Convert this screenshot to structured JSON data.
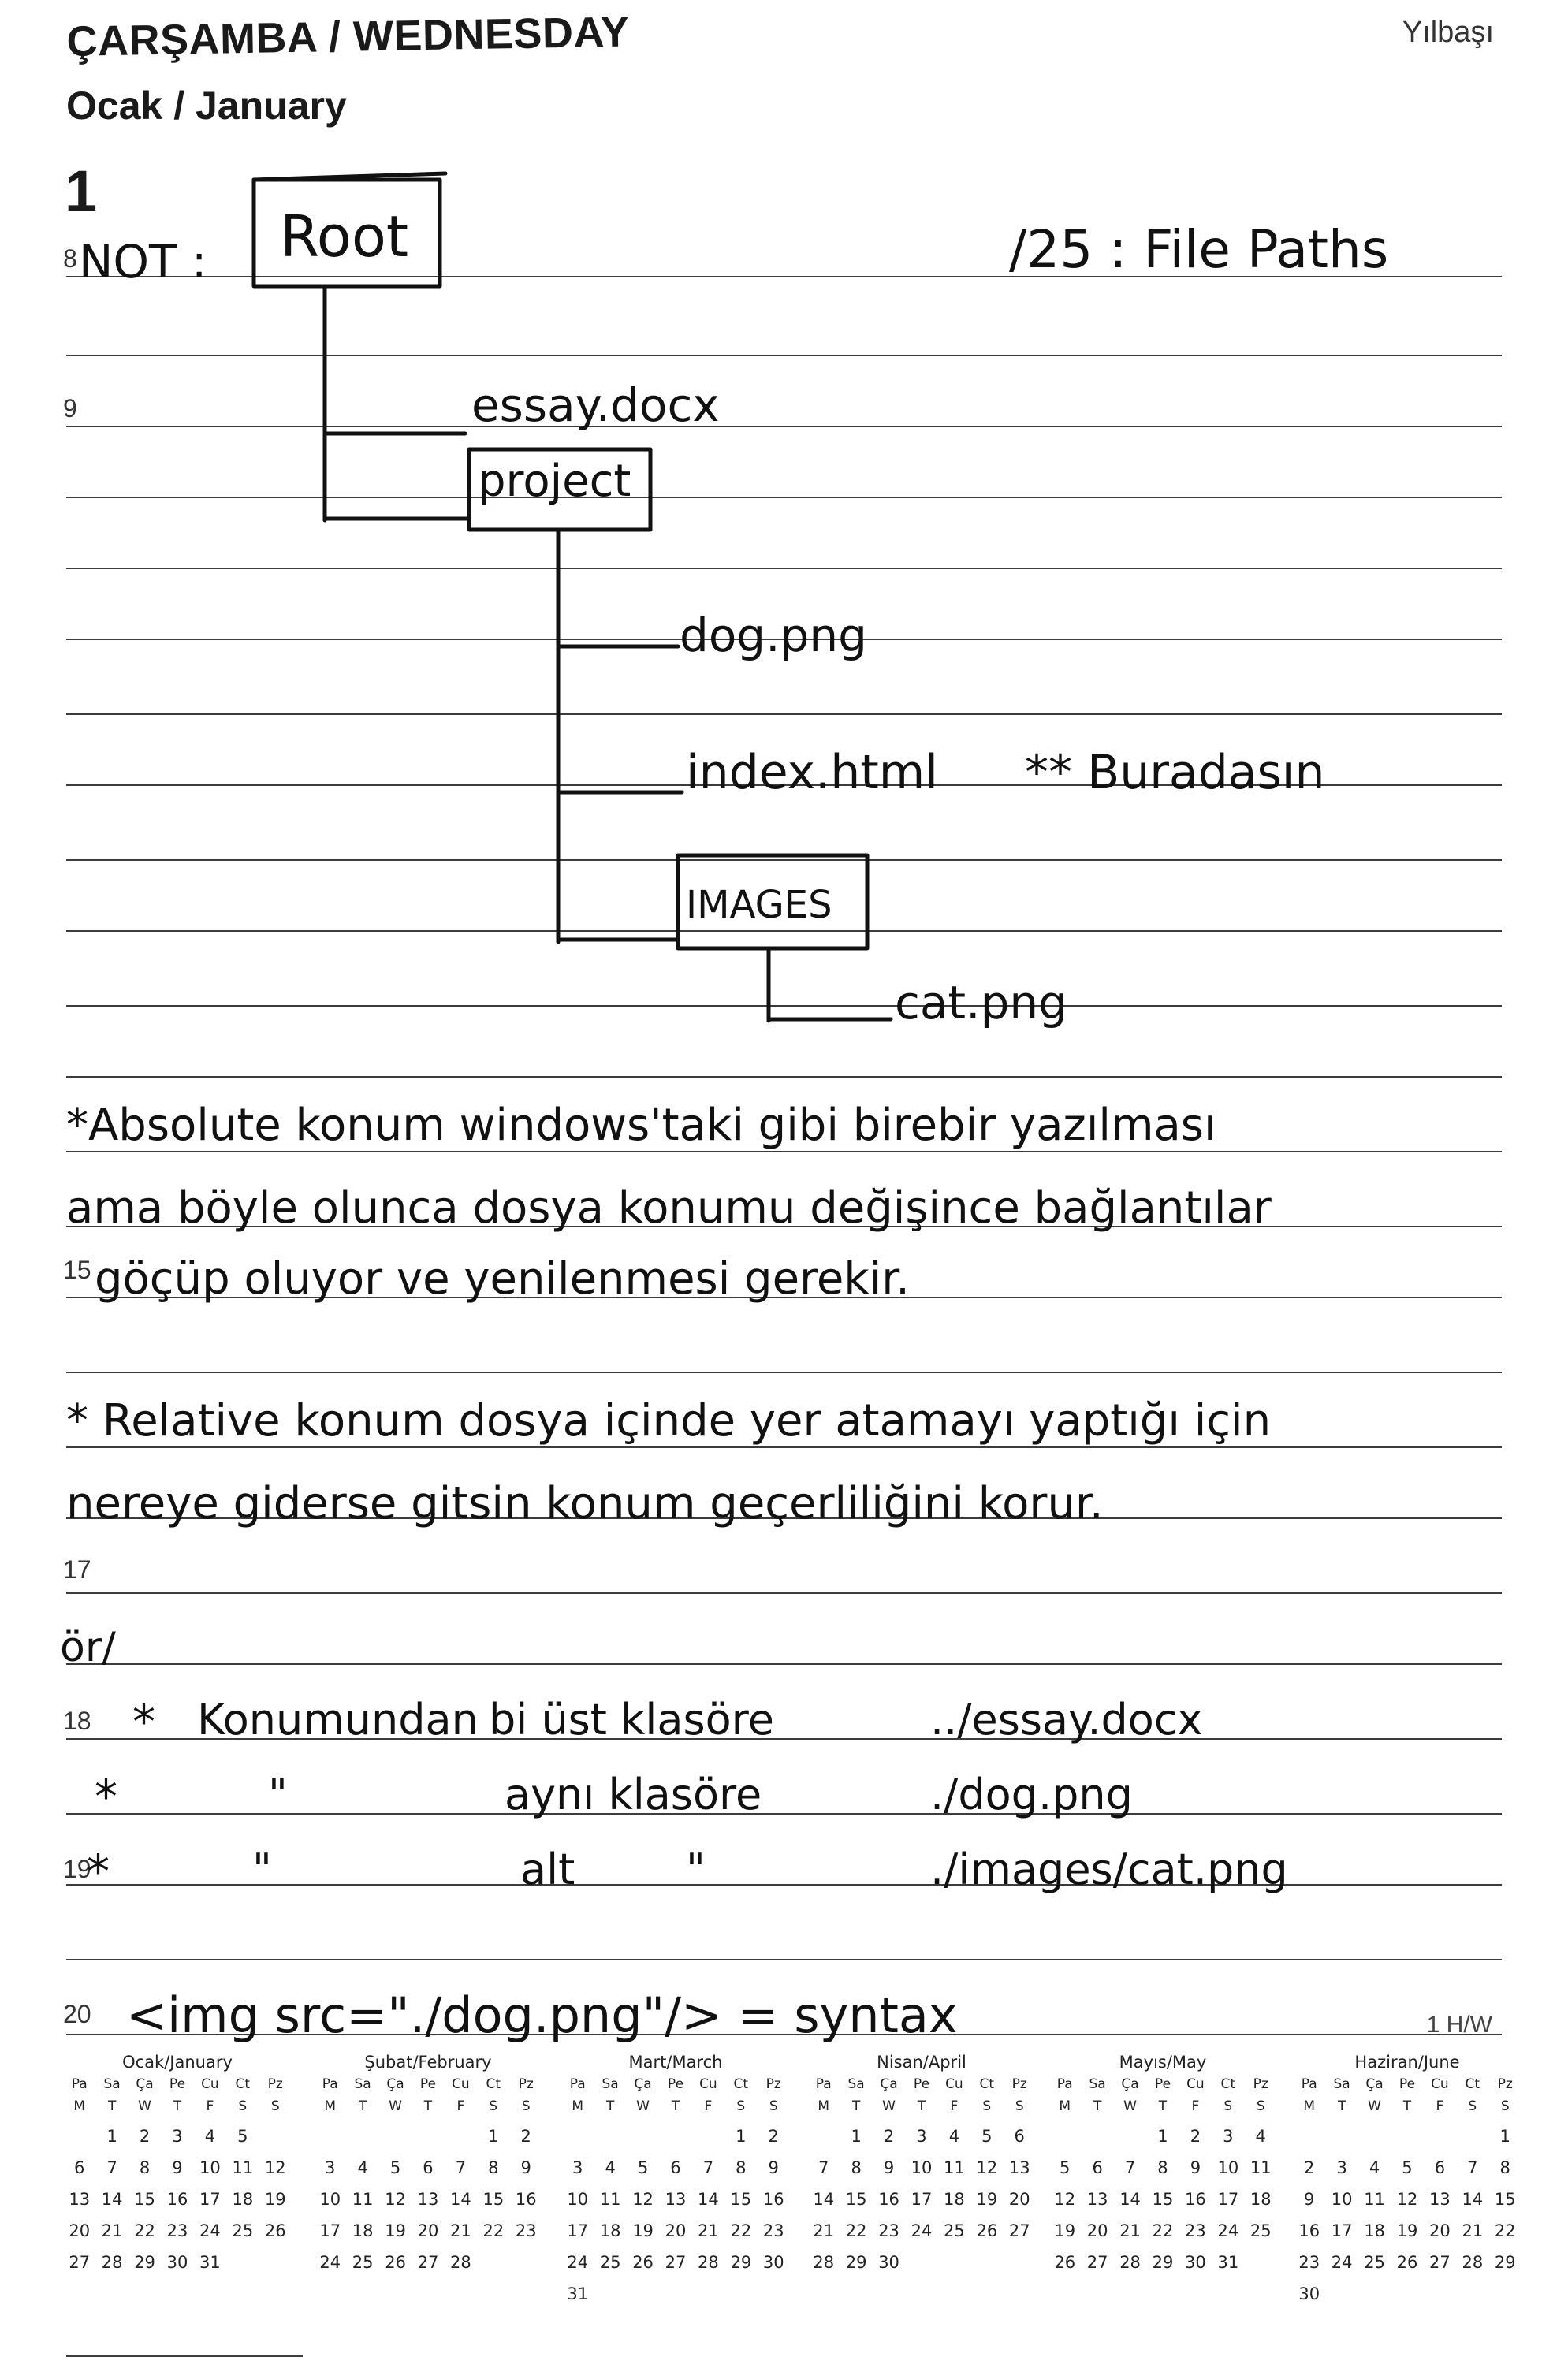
{
  "header": {
    "day_name": "ÇARŞAMBA / WEDNESDAY",
    "month_name": "Ocak / January",
    "day_number": "1",
    "holiday": "Yılbaşı"
  },
  "hours": [
    "8",
    "9",
    "15",
    "17",
    "18",
    "19",
    "20"
  ],
  "footer_tag": "1 H/W",
  "notes": {
    "not_label": "NOT :",
    "title": "/25 : File Paths",
    "tree": {
      "root": "Root",
      "essay": "essay.docx",
      "project": "project",
      "dog": "dog.png",
      "index": "index.html",
      "index_note": "** Buradasın",
      "images": "IMAGES",
      "cat": "cat.png"
    },
    "absolute_lines": [
      "*Absolute konum windows'taki gibi birebir yazılması",
      "ama böyle olunca dosya konumu değişince bağlantılar",
      "göçüp oluyor ve yenilenmesi gerekir."
    ],
    "relative_lines": [
      "* Relative konum dosya içinde yer atamayı yaptığı için",
      "nereye giderse gitsin konum geçerliliğini korur."
    ],
    "ex_label": "ör/",
    "examples": [
      {
        "bullet": "*",
        "scope": "Konumundan",
        "level": "bi üst klasöre",
        "path": "../essay.docx"
      },
      {
        "bullet": "*",
        "scope": "\"",
        "level": "aynı klasöre",
        "path": "./dog.png"
      },
      {
        "bullet": "*",
        "scope": "\"",
        "level": "alt",
        "mark": "\"",
        "path": "./images/cat.png"
      }
    ],
    "syntax": "<img src=\"./dog.png\"/> = syntax"
  },
  "mini_calendars": [
    {
      "title": "Ocak/January",
      "head": [
        "Pa",
        "Sa",
        "Ça",
        "Pe",
        "Cu",
        "Ct",
        "Pz"
      ],
      "eng": [
        "M",
        "T",
        "W",
        "T",
        "F",
        "S",
        "S"
      ],
      "weeks": [
        [
          "",
          "1",
          "2",
          "3",
          "4",
          "5",
          ""
        ],
        [
          "6",
          "7",
          "8",
          "9",
          "10",
          "11",
          "12"
        ],
        [
          "13",
          "14",
          "15",
          "16",
          "17",
          "18",
          "19"
        ],
        [
          "20",
          "21",
          "22",
          "23",
          "24",
          "25",
          "26"
        ],
        [
          "27",
          "28",
          "29",
          "30",
          "31",
          "",
          ""
        ]
      ]
    },
    {
      "title": "Şubat/February",
      "head": [
        "Pa",
        "Sa",
        "Ça",
        "Pe",
        "Cu",
        "Ct",
        "Pz"
      ],
      "eng": [
        "M",
        "T",
        "W",
        "T",
        "F",
        "S",
        "S"
      ],
      "weeks": [
        [
          "",
          "",
          "",
          "",
          "",
          "1",
          "2"
        ],
        [
          "3",
          "4",
          "5",
          "6",
          "7",
          "8",
          "9"
        ],
        [
          "10",
          "11",
          "12",
          "13",
          "14",
          "15",
          "16"
        ],
        [
          "17",
          "18",
          "19",
          "20",
          "21",
          "22",
          "23"
        ],
        [
          "24",
          "25",
          "26",
          "27",
          "28",
          "",
          ""
        ]
      ]
    },
    {
      "title": "Mart/March",
      "head": [
        "Pa",
        "Sa",
        "Ça",
        "Pe",
        "Cu",
        "Ct",
        "Pz"
      ],
      "eng": [
        "M",
        "T",
        "W",
        "T",
        "F",
        "S",
        "S"
      ],
      "weeks": [
        [
          "",
          "",
          "",
          "",
          "",
          "1",
          "2"
        ],
        [
          "3",
          "4",
          "5",
          "6",
          "7",
          "8",
          "9"
        ],
        [
          "10",
          "11",
          "12",
          "13",
          "14",
          "15",
          "16"
        ],
        [
          "17",
          "18",
          "19",
          "20",
          "21",
          "22",
          "23"
        ],
        [
          "24",
          "25",
          "26",
          "27",
          "28",
          "29",
          "30"
        ],
        [
          "31",
          "",
          "",
          "",
          "",
          "",
          ""
        ]
      ]
    },
    {
      "title": "Nisan/April",
      "head": [
        "Pa",
        "Sa",
        "Ça",
        "Pe",
        "Cu",
        "Ct",
        "Pz"
      ],
      "eng": [
        "M",
        "T",
        "W",
        "T",
        "F",
        "S",
        "S"
      ],
      "weeks": [
        [
          "",
          "1",
          "2",
          "3",
          "4",
          "5",
          "6"
        ],
        [
          "7",
          "8",
          "9",
          "10",
          "11",
          "12",
          "13"
        ],
        [
          "14",
          "15",
          "16",
          "17",
          "18",
          "19",
          "20"
        ],
        [
          "21",
          "22",
          "23",
          "24",
          "25",
          "26",
          "27"
        ],
        [
          "28",
          "29",
          "30",
          "",
          "",
          "",
          ""
        ]
      ]
    },
    {
      "title": "Mayıs/May",
      "head": [
        "Pa",
        "Sa",
        "Ça",
        "Pe",
        "Cu",
        "Ct",
        "Pz"
      ],
      "eng": [
        "M",
        "T",
        "W",
        "T",
        "F",
        "S",
        "S"
      ],
      "weeks": [
        [
          "",
          "",
          "",
          "1",
          "2",
          "3",
          "4"
        ],
        [
          "5",
          "6",
          "7",
          "8",
          "9",
          "10",
          "11"
        ],
        [
          "12",
          "13",
          "14",
          "15",
          "16",
          "17",
          "18"
        ],
        [
          "19",
          "20",
          "21",
          "22",
          "23",
          "24",
          "25"
        ],
        [
          "26",
          "27",
          "28",
          "29",
          "30",
          "31",
          ""
        ]
      ]
    },
    {
      "title": "Haziran/June",
      "head": [
        "Pa",
        "Sa",
        "Ça",
        "Pe",
        "Cu",
        "Ct",
        "Pz"
      ],
      "eng": [
        "M",
        "T",
        "W",
        "T",
        "F",
        "S",
        "S"
      ],
      "weeks": [
        [
          "",
          "",
          "",
          "",
          "",
          "",
          "1"
        ],
        [
          "2",
          "3",
          "4",
          "5",
          "6",
          "7",
          "8"
        ],
        [
          "9",
          "10",
          "11",
          "12",
          "13",
          "14",
          "15"
        ],
        [
          "16",
          "17",
          "18",
          "19",
          "20",
          "21",
          "22"
        ],
        [
          "23",
          "24",
          "25",
          "26",
          "27",
          "28",
          "29"
        ],
        [
          "30",
          "",
          "",
          "",
          "",
          "",
          ""
        ]
      ]
    }
  ]
}
